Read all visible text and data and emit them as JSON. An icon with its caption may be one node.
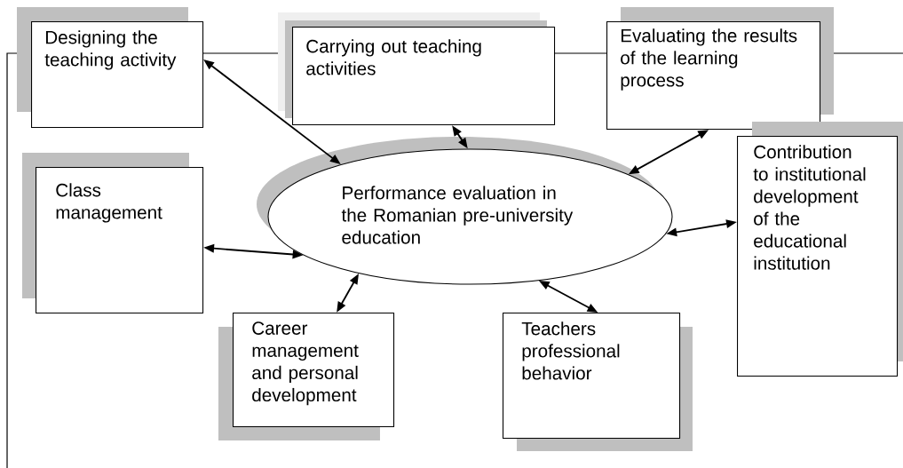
{
  "diagram": {
    "nodes": [
      {
        "text": [
          "Designing the teaching activity"
        ]
      },
      {
        "text": [
          "Carrying out teaching activities"
        ]
      },
      {
        "text": [
          "Evaluating the results of the learning process"
        ]
      },
      {
        "text": [
          "Contribution to institutional development of the educational institution"
        ]
      },
      {
        "text": [
          "Class management"
        ]
      },
      {
        "text": [
          "Performance evaluation in the Romanian pre-university education"
        ]
      },
      {
        "text": [
          "Career management and personal development"
        ]
      },
      {
        "text": [
          "Teachers professional behavior"
        ]
      }
    ],
    "edges": [
      {
        "from": 0,
        "to": 5,
        "arrow": "both"
      },
      {
        "from": 1,
        "to": 5,
        "arrow": "both"
      },
      {
        "from": 2,
        "to": 5,
        "arrow": "both"
      },
      {
        "from": 3,
        "to": 5,
        "arrow": "both"
      },
      {
        "from": 4,
        "to": 5,
        "arrow": "both"
      },
      {
        "from": 6,
        "to": 5,
        "arrow": "both"
      },
      {
        "from": 7,
        "to": 5,
        "arrow": "both"
      }
    ]
  }
}
